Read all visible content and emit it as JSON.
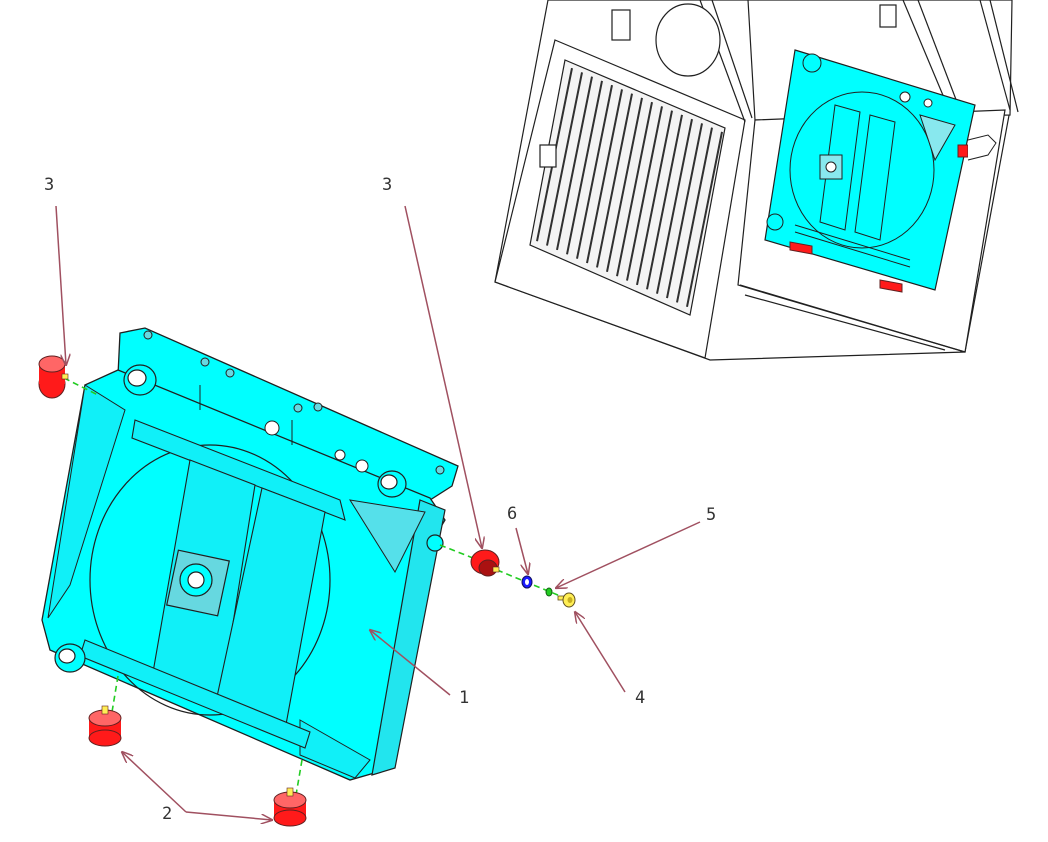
{
  "colors": {
    "radiator": "#00ffff",
    "mount": "#ff1a1a",
    "washer": "#1a1aff",
    "bolt": "#ffee55",
    "leader": "#a05060",
    "centerline": "#22cc22",
    "outline": "#202020"
  },
  "callouts": [
    {
      "id": "callout-3-left",
      "label": "3"
    },
    {
      "id": "callout-3-right",
      "label": "3"
    },
    {
      "id": "callout-6",
      "label": "6"
    },
    {
      "id": "callout-5",
      "label": "5"
    },
    {
      "id": "callout-1",
      "label": "1"
    },
    {
      "id": "callout-4",
      "label": "4"
    },
    {
      "id": "callout-2",
      "label": "2"
    }
  ]
}
